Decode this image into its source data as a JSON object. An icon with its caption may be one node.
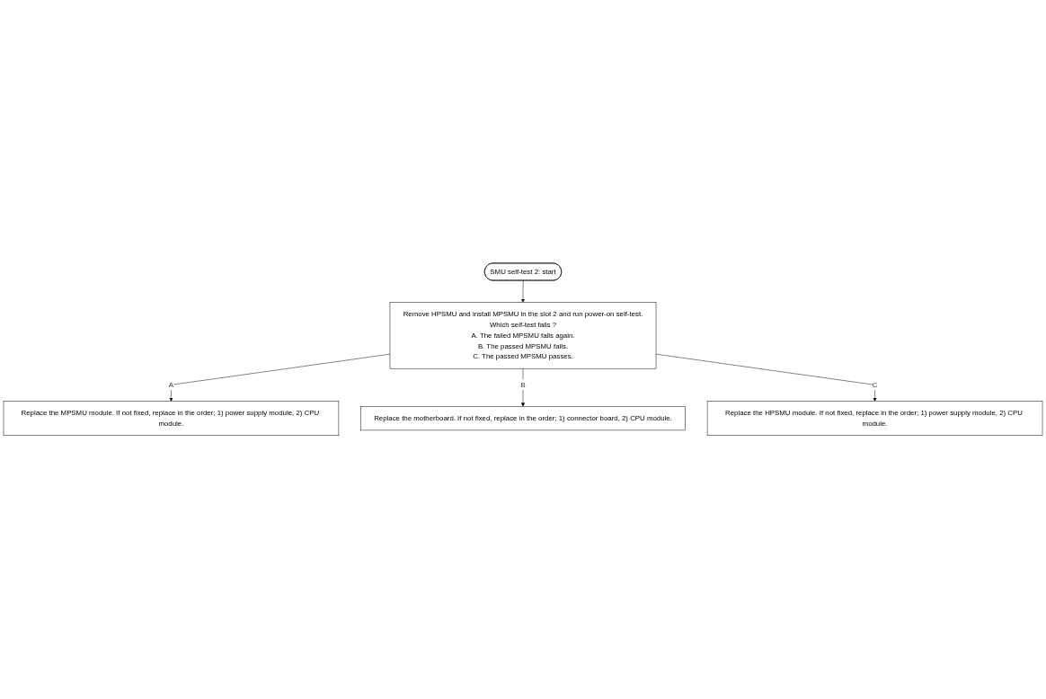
{
  "diagram": {
    "nodes": [
      {
        "text": [
          "SMU self-test 2: start"
        ]
      },
      {
        "text": [
          "Remove HPSMU and install MPSMU in the slot 2 and run power-on self-test.",
          "Which self-test fails ?",
          "A. The failed MPSMU fails again.",
          "B. The passed MPSMU fails.",
          "C. The passed MPSMU passes."
        ]
      },
      {
        "text": [
          "Replace the MPSMU module. If not fixed, replace in the order; 1) power supply module, 2) CPU module."
        ]
      },
      {
        "text": [
          "Replace the motherboard. If not fixed, replace in the order; 1) connector board, 2) CPU module."
        ]
      },
      {
        "text": [
          "Replace the HPSMU module. If not fixed, replace in the order; 1) power supply module, 2) CPU module."
        ]
      }
    ],
    "edges": [
      {
        "from": 0,
        "to": 1,
        "arrow": "to"
      },
      {
        "from": 1,
        "to": 2,
        "arrow": "to",
        "label": "A"
      },
      {
        "from": 1,
        "to": 3,
        "arrow": "to",
        "label": "B"
      },
      {
        "from": 1,
        "to": 4,
        "arrow": "to",
        "label": "C"
      }
    ]
  }
}
